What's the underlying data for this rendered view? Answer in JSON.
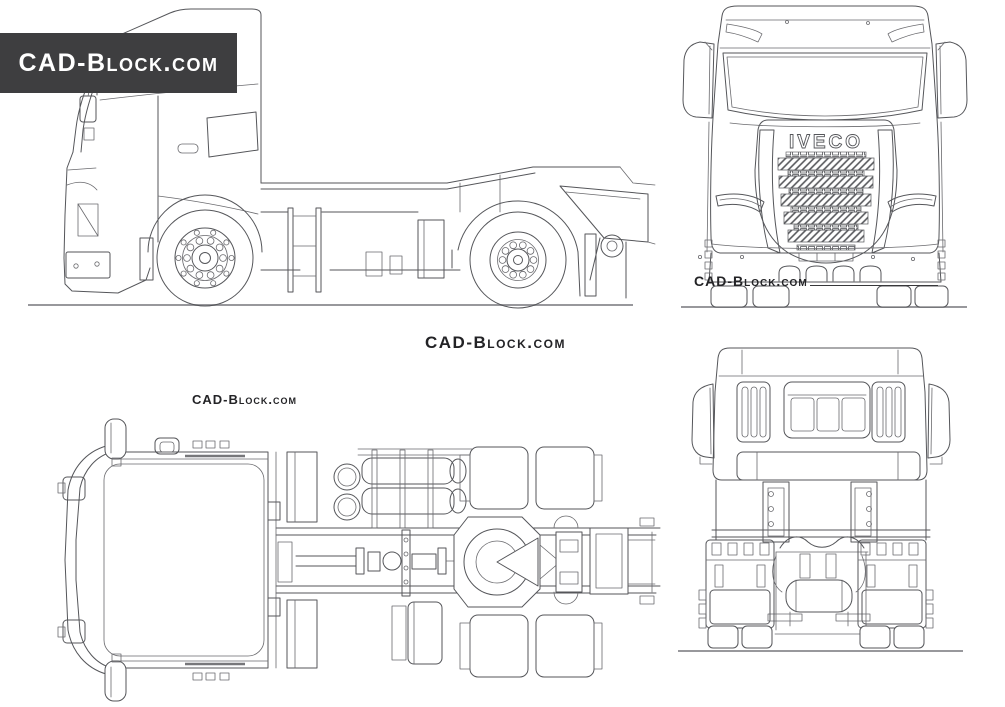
{
  "banner": {
    "label": "CAD-Block.com",
    "background": "#3e3e40",
    "text_color": "#ffffff"
  },
  "watermarks": {
    "center": "CAD-Block.com",
    "top_view": "CAD-Block.com",
    "front_view": "CAD-Block.com"
  },
  "front_view": {
    "brand": "IVECO"
  },
  "colors": {
    "line": "#55565a",
    "ground_line": "#98989c",
    "paper": "#ffffff"
  }
}
